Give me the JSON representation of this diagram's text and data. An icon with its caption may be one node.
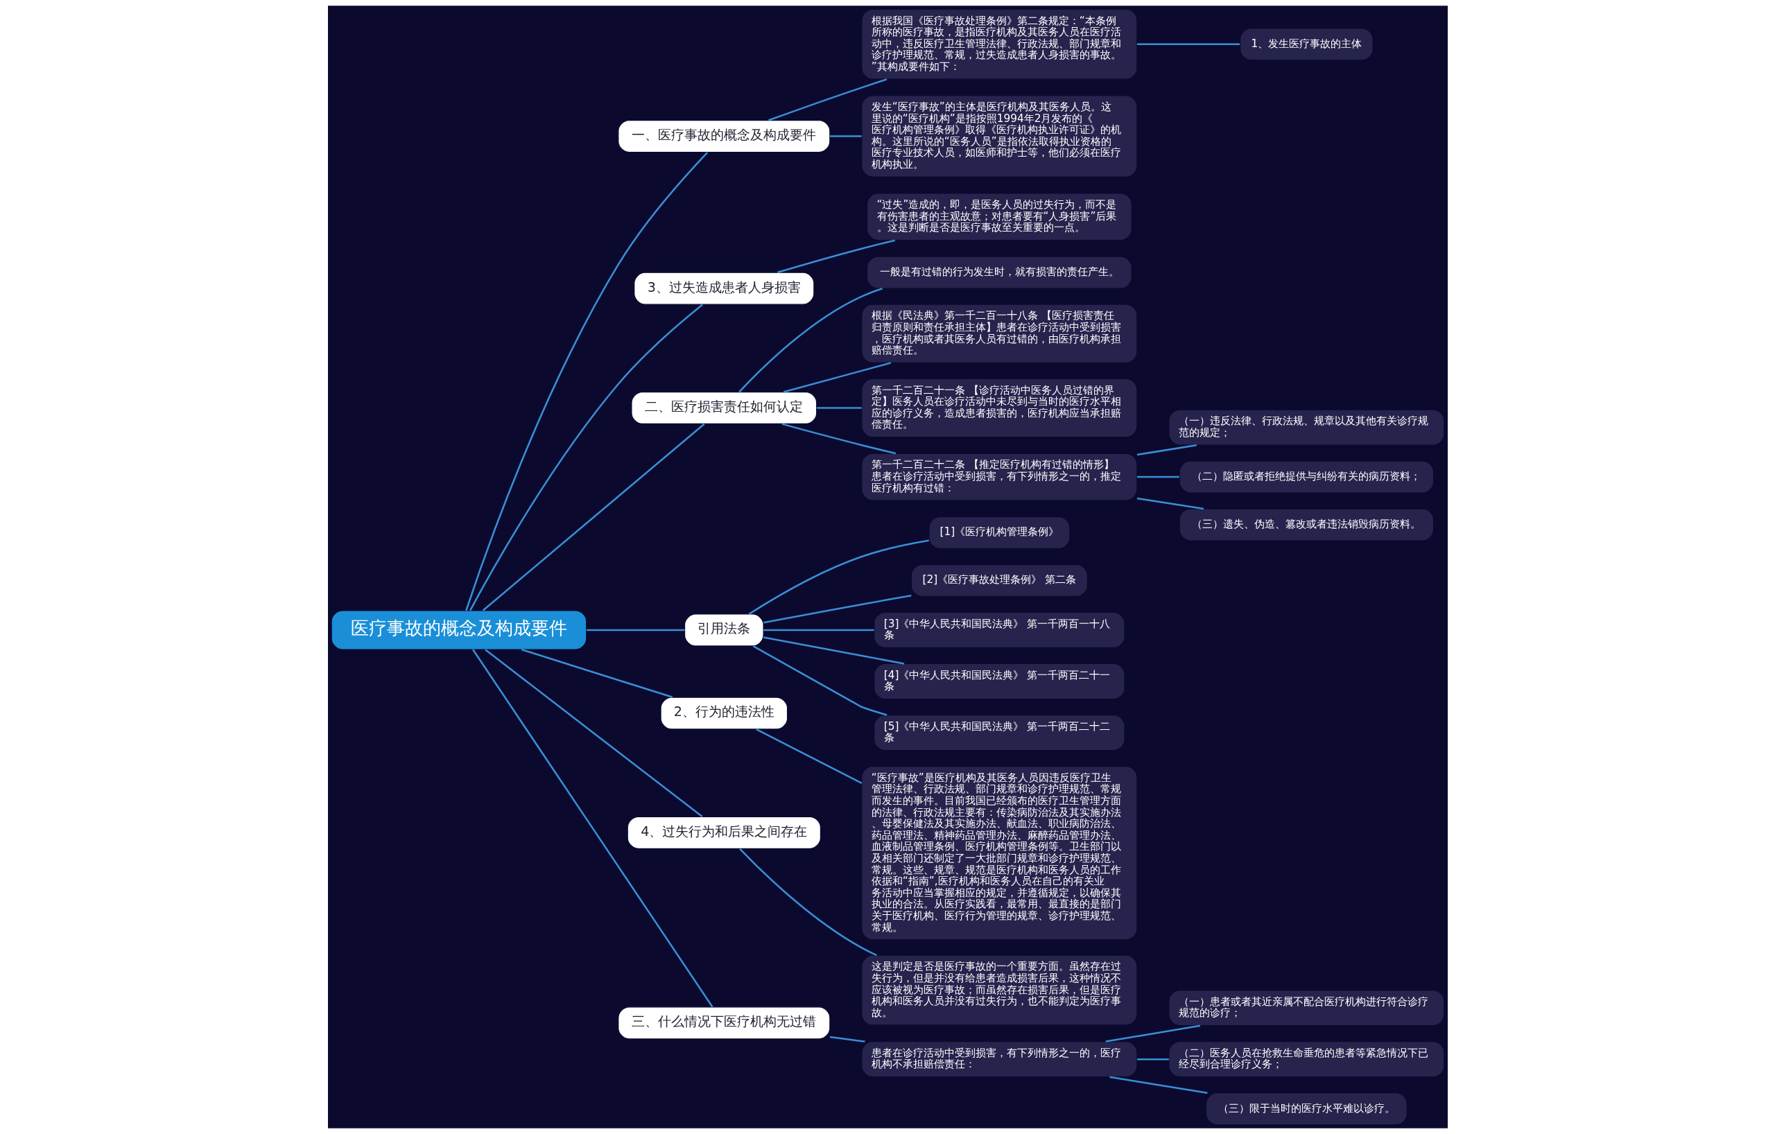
{
  "diagram": {
    "nodes": [
      {
        "text": [
          "医疗事故的概念及构成要件"
        ]
      },
      {
        "text": [
          "一、医疗事故的概念及构成要件"
        ]
      },
      {
        "text": [
          "根据我国《医疗事故处理条例》第二条规定：“本条例所称的医疗事故，是指医疗机构及其医务人员在医疗活动中，违反医疗卫生管理法律、行政法规、部门规章和诊疗护理规范、常规，过失造成患者人身损害的事故。”其构成要件如下："
        ]
      },
      {
        "text": [
          "1、发生医疗事故的主体"
        ]
      },
      {
        "text": [
          "发生“医疗事故”的主体是医疗机构及其医务人员。这里说的“医疗机构”是指按照1994年2月发布的《医疗机构管理条例》取得《医疗机构执业许可证》的机构。这里所说的“医务人员”是指依法取得执业资格的医疗专业技术人员，如医师和护士等，他们必须在医疗机构执业。"
        ]
      },
      {
        "text": [
          "3、过失造成患者人身损害"
        ]
      },
      {
        "text": [
          "“过失”造成的，即，是医务人员的过失行为，而不是有伤害患者的主观故意；对患者要有“人身损害”后果。这是判断是否是医疗事故至关重要的一点。"
        ]
      },
      {
        "text": [
          "二、医疗损害责任如何认定"
        ]
      },
      {
        "text": [
          "一般是有过错的行为发生时，就有损害的责任产生。"
        ]
      },
      {
        "text": [
          "根据《民法典》第一千二百一十八条 【医疗损害责任归责原则和责任承担主体】患者在诊疗活动中受到损害，医疗机构或者其医务人员有过错的，由医疗机构承担赔偿责任。"
        ]
      },
      {
        "text": [
          "第一千二百二十一条 【诊疗活动中医务人员过错的界定】医务人员在诊疗活动中未尽到与当时的医疗水平相应的诊疗义务，造成患者损害的，医疗机构应当承担赔偿责任。"
        ]
      },
      {
        "text": [
          "第一千二百二十二条 【推定医疗机构有过错的情形】患者在诊疗活动中受到损害，有下列情形之一的，推定医疗机构有过错："
        ]
      },
      {
        "text": [
          "（一）违反法律、行政法规、规章以及其他有关诊疗规范的规定；"
        ]
      },
      {
        "text": [
          "（二）隐匿或者拒绝提供与纠纷有关的病历资料；"
        ]
      },
      {
        "text": [
          "（三）遗失、伪造、篡改或者违法销毁病历资料。"
        ]
      },
      {
        "text": [
          "引用法条"
        ]
      },
      {
        "text": [
          "[1]《医疗机构管理条例》"
        ]
      },
      {
        "text": [
          "[2]《医疗事故处理条例》 第二条"
        ]
      },
      {
        "text": [
          "[3]《中华人民共和国民法典》 第一千两百一十八条"
        ]
      },
      {
        "text": [
          "[4]《中华人民共和国民法典》 第一千两百二十一条"
        ]
      },
      {
        "text": [
          "[5]《中华人民共和国民法典》 第一千两百二十二条"
        ]
      },
      {
        "text": [
          "2、行为的违法性"
        ]
      },
      {
        "text": [
          "“医疗事故”是医疗机构及其医务人员因违反医疗卫生管理法律、行政法规、部门规章和诊疗护理规范、常规而发生的事件。目前我国已经颁布的医疗卫生管理方面的法律、行政法规主要有：传染病防治法及其实施办法、母婴保健法及其实施办法、献血法、职业病防治法、药品管理法、精神药品管理办法、麻醉药品管理办法、血液制品管理条例、医疗机构管理条例等。卫生部门以及相关部门还制定了一大批部门规章和诊疗护理规范、常规。这些、规章、规范是医疗机构和医务人员的工作依据和“指南”,医疗机构和医务人员在自己的有关业务活动中应当掌握相应的规定，并遵循规定，以确保其执业的合法。从医疗实践看，最常用、最直接的是部门关于医疗机构、医疗行为管理的规章、诊疗护理规范、常规。"
        ]
      },
      {
        "text": [
          "4、过失行为和后果之间存在"
        ]
      },
      {
        "text": [
          "这是判定是否是医疗事故的一个重要方面。虽然存在过失行为，但是并没有给患者造成损害后果，这种情况不应该被视为医疗事故；而虽然存在损害后果，但是医疗机构和医务人员并没有过失行为，也不能判定为医疗事故。"
        ]
      },
      {
        "text": [
          "三、什么情况下医疗机构无过错"
        ]
      },
      {
        "text": [
          "患者在诊疗活动中受到损害，有下列情形之一的，医疗机构不承担赔偿责任："
        ]
      },
      {
        "text": [
          "（一）患者或者其近亲属不配合医疗机构进行符合诊疗规范的诊疗；"
        ]
      },
      {
        "text": [
          "（二）医务人员在抢救生命垂危的患者等紧急情况下已经尽到合理诊疗义务；"
        ]
      },
      {
        "text": [
          "（三）限于当时的医疗水平难以诊疗。"
        ]
      }
    ],
    "edges": [
      {
        "from": 0,
        "to": 1,
        "arrow": "none"
      },
      {
        "from": 1,
        "to": 2,
        "arrow": "none"
      },
      {
        "from": 2,
        "to": 3,
        "arrow": "none"
      },
      {
        "from": 1,
        "to": 4,
        "arrow": "none"
      },
      {
        "from": 0,
        "to": 5,
        "arrow": "none"
      },
      {
        "from": 5,
        "to": 6,
        "arrow": "none"
      },
      {
        "from": 0,
        "to": 7,
        "arrow": "none"
      },
      {
        "from": 7,
        "to": 8,
        "arrow": "none"
      },
      {
        "from": 7,
        "to": 9,
        "arrow": "none"
      },
      {
        "from": 7,
        "to": 10,
        "arrow": "none"
      },
      {
        "from": 7,
        "to": 11,
        "arrow": "none"
      },
      {
        "from": 11,
        "to": 12,
        "arrow": "none"
      },
      {
        "from": 11,
        "to": 13,
        "arrow": "none"
      },
      {
        "from": 11,
        "to": 14,
        "arrow": "none"
      },
      {
        "from": 0,
        "to": 15,
        "arrow": "none"
      },
      {
        "from": 15,
        "to": 16,
        "arrow": "none"
      },
      {
        "from": 15,
        "to": 17,
        "arrow": "none"
      },
      {
        "from": 15,
        "to": 18,
        "arrow": "none"
      },
      {
        "from": 15,
        "to": 19,
        "arrow": "none"
      },
      {
        "from": 15,
        "to": 20,
        "arrow": "none"
      },
      {
        "from": 0,
        "to": 21,
        "arrow": "none"
      },
      {
        "from": 21,
        "to": 22,
        "arrow": "none"
      },
      {
        "from": 0,
        "to": 23,
        "arrow": "none"
      },
      {
        "from": 23,
        "to": 24,
        "arrow": "none"
      },
      {
        "from": 0,
        "to": 25,
        "arrow": "none"
      },
      {
        "from": 25,
        "to": 26,
        "arrow": "none"
      },
      {
        "from": 26,
        "to": 27,
        "arrow": "none"
      },
      {
        "from": 26,
        "to": 28,
        "arrow": "none"
      },
      {
        "from": 26,
        "to": 29,
        "arrow": "none"
      }
    ]
  }
}
